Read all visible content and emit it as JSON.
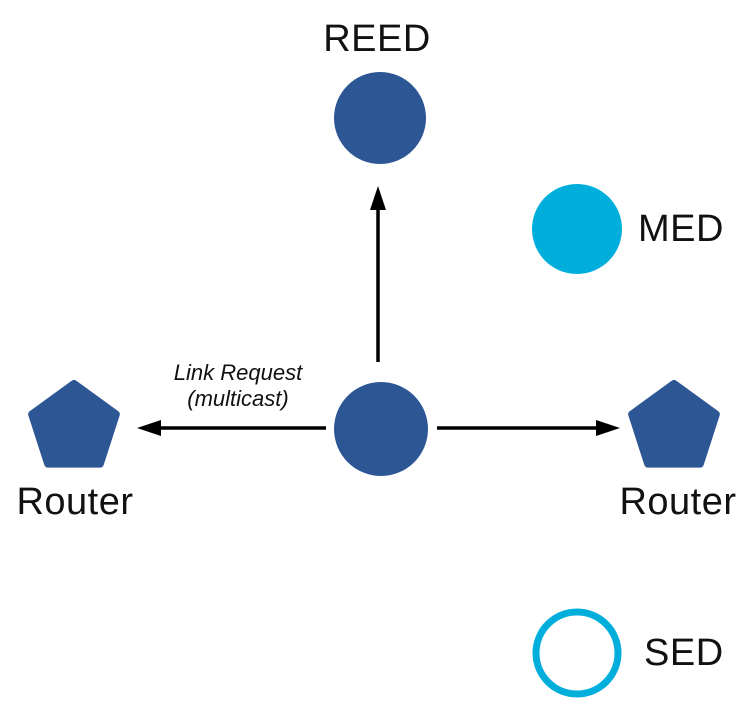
{
  "diagram": {
    "colors": {
      "node_blue": "#2D5694",
      "node_cyan": "#00AEDC",
      "arrow": "#000000"
    },
    "nodes": {
      "reed": {
        "label": "REED"
      },
      "med": {
        "label": "MED"
      },
      "router_left": {
        "label": "Router"
      },
      "router_right": {
        "label": "Router"
      },
      "sed": {
        "label": "SED"
      }
    },
    "edge_label": {
      "line1": "Link Request",
      "line2": "(multicast)"
    }
  }
}
